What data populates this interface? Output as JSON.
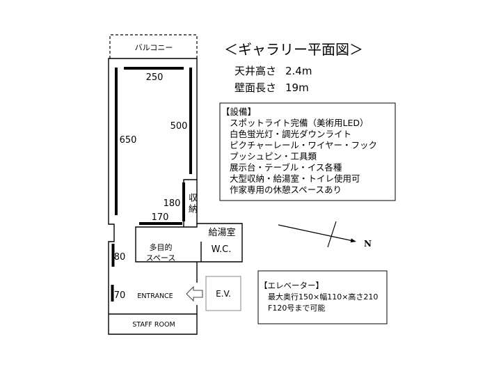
{
  "title": "＜ギャラリー平面図＞",
  "specs": {
    "ceiling_label": "天井高さ",
    "ceiling_value": "2.4m",
    "wall_label": "壁面長さ",
    "wall_value": "19m"
  },
  "equipment": {
    "heading": "【設備】",
    "items": [
      "スポットライト完備（美術用LED）",
      "白色蛍光灯・調光ダウンライト",
      "ピクチャーレール・ワイヤー・フック",
      "プッシュピン・工具類",
      "展示台・テーブル・イス各種",
      "大型収納・給湯室・トイレ使用可",
      "作家専用の休憩スペースあり"
    ]
  },
  "elevator_info": {
    "heading": "【エレベーター】",
    "lines": [
      "最大奥行150×幅110×高さ210",
      "F120号まで可能"
    ]
  },
  "compass": {
    "north_label": "N",
    "icon": "north-arrow-icon"
  },
  "floor_plan": {
    "balcony": "バルコニー",
    "storage": "収納",
    "kitchenette": "給湯室",
    "restroom": "W.C.",
    "multipurpose_space": [
      "多目的",
      "スペース"
    ],
    "entrance": "ENTRANCE",
    "entrance_icon": "arrow-left-icon",
    "staff_room": "STAFF ROOM",
    "elevator": "E.V.",
    "wall_lengths": {
      "top": "250",
      "left": "650",
      "right": "500",
      "storage_side": "180",
      "middle": "170",
      "lower_left_upper": "80",
      "lower_left_lower": "70"
    }
  }
}
